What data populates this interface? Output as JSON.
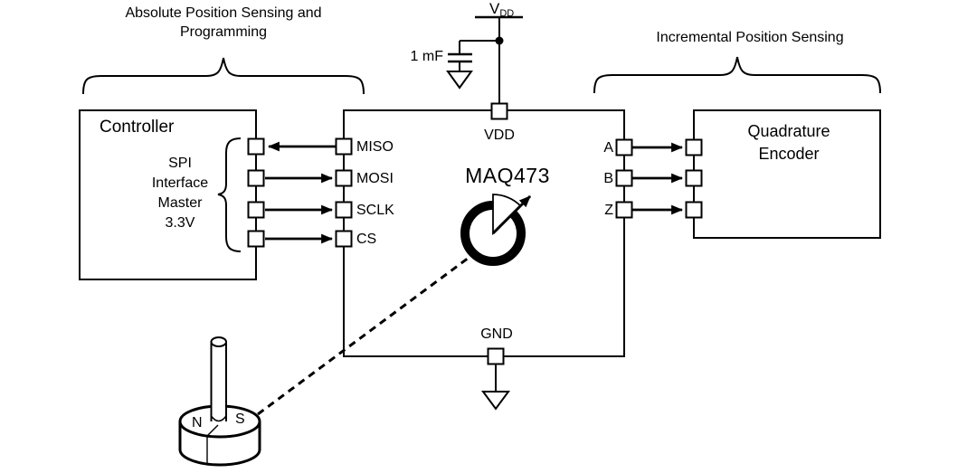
{
  "diagram": {
    "left_group_title_line1": "Absolute Position Sensing and",
    "left_group_title_line2": "Programming",
    "right_group_title": "Incremental Position Sensing",
    "controller": {
      "title": "Controller",
      "spi_label_lines": [
        "SPI",
        "Interface",
        "Master",
        "3.3V"
      ]
    },
    "chip": {
      "name": "MAQ473",
      "left_pins": [
        "MISO",
        "MOSI",
        "SCLK",
        "CS"
      ],
      "right_pins": [
        "A",
        "B",
        "Z"
      ],
      "top_pin": "VDD",
      "bottom_pin": "GND"
    },
    "encoder": {
      "title_line1": "Quadrature",
      "title_line2": "Encoder"
    },
    "power": {
      "supply_label_main": "V",
      "supply_label_sub": "DD",
      "capacitor_value": "1 mF"
    },
    "magnet": {
      "pole_left": "N",
      "pole_right": "S"
    },
    "colors": {
      "line": "#000000",
      "background": "#ffffff"
    }
  }
}
